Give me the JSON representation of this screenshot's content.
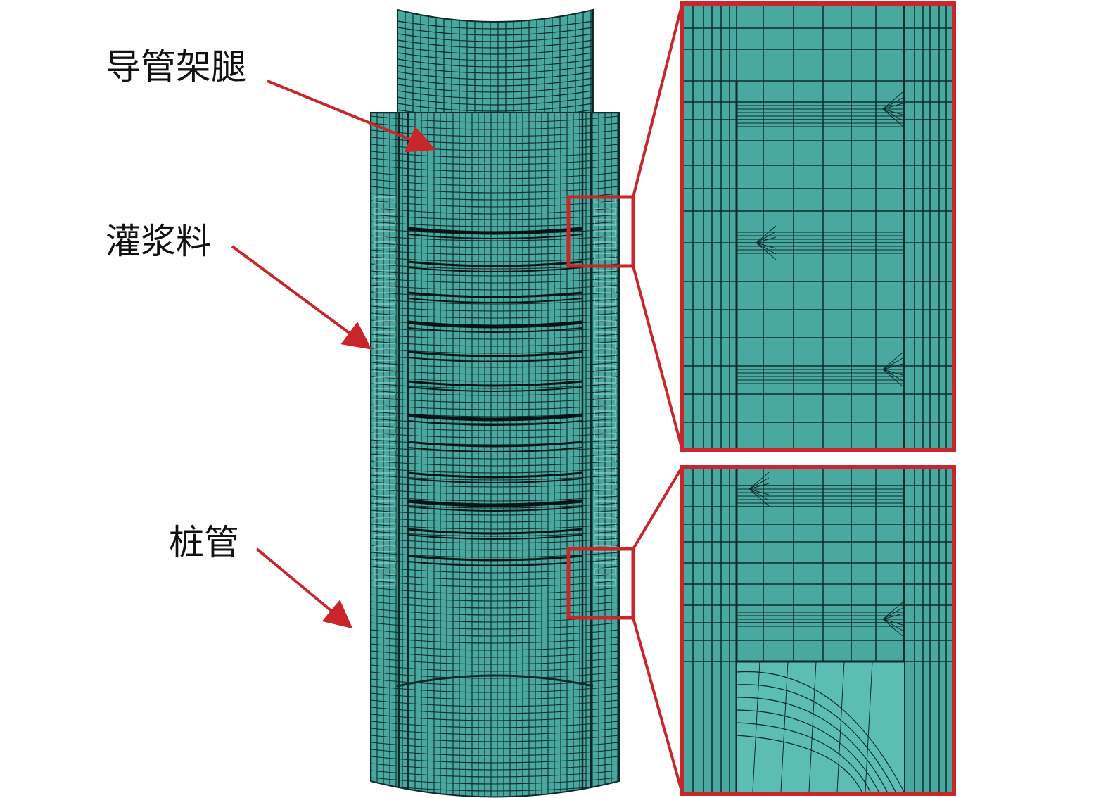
{
  "labels": {
    "guide_leg": "导管架腿",
    "grout": "灌浆料",
    "pile": "桩管"
  },
  "colors": {
    "mesh_fill": "#49a8a0",
    "mesh_fill_light": "#5cbdb4",
    "mesh_line": "#0d2a28",
    "mesh_line_dark": "#051413",
    "highlight": "#c8262b",
    "arrow": "#c8262b",
    "text": "#111111"
  }
}
